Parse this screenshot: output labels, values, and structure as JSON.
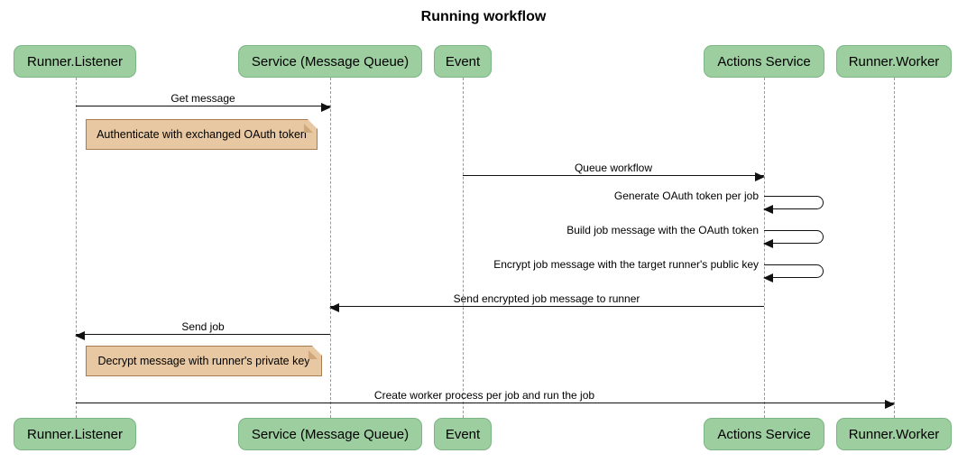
{
  "title": "Running workflow",
  "colors": {
    "actor_fill": "#9CCE9F",
    "actor_border": "#7CB584",
    "note_fill": "#E8C8A2",
    "note_border": "#A67C52",
    "lifeline": "#9A9A9A",
    "arrow": "#111111",
    "background": "#FFFFFF"
  },
  "actors": [
    {
      "label": "Runner.Listener"
    },
    {
      "label": "Service (Message Queue)"
    },
    {
      "label": "Event"
    },
    {
      "label": "Actions Service"
    },
    {
      "label": "Runner.Worker"
    }
  ],
  "messages": [
    {
      "label": "Get message",
      "from": "Runner.Listener",
      "to": "Service (Message Queue)",
      "kind": "solid-arrow"
    },
    {
      "label": "Queue workflow",
      "from": "Event",
      "to": "Actions Service",
      "kind": "solid-arrow"
    },
    {
      "label": "Generate OAuth token per job",
      "from": "Actions Service",
      "to": "Actions Service",
      "kind": "self-loop"
    },
    {
      "label": "Build job message with the OAuth token",
      "from": "Actions Service",
      "to": "Actions Service",
      "kind": "self-loop"
    },
    {
      "label": "Encrypt job message with the target runner's public key",
      "from": "Actions Service",
      "to": "Actions Service",
      "kind": "self-loop"
    },
    {
      "label": "Send encrypted job message to runner",
      "from": "Actions Service",
      "to": "Service (Message Queue)",
      "kind": "solid-arrow"
    },
    {
      "label": "Send job",
      "from": "Service (Message Queue)",
      "to": "Runner.Listener",
      "kind": "solid-arrow"
    },
    {
      "label": "Create worker process per job and run the job",
      "from": "Runner.Listener",
      "to": "Runner.Worker",
      "kind": "solid-arrow"
    }
  ],
  "notes": [
    {
      "label": "Authenticate with exchanged OAuth token"
    },
    {
      "label": "Decrypt message with runner's private key"
    }
  ]
}
